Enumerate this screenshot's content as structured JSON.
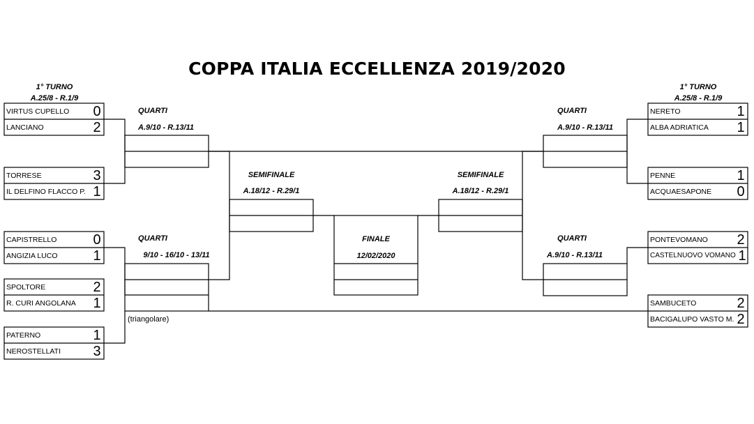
{
  "title": "COPPA ITALIA ECCELLENZA 2019/2020",
  "left": {
    "round1_header": "1° TURNO",
    "round1_dates": "A.25/8 - R.1/9",
    "quarti_top_label": "QUARTI",
    "quarti_top_dates": "A.9/10 - R.13/11",
    "quarti_bottom_label": "QUARTI",
    "quarti_bottom_dates": "9/10 - 16/10 - 13/11",
    "semifinal_label": "SEMIFINALE",
    "semifinal_dates": "A.18/12 - R.29/1",
    "triangolare_note": "(triangolare)",
    "matches": [
      {
        "home": "VIRTUS CUPELLO",
        "home_score": "0",
        "away": "LANCIANO",
        "away_score": "2"
      },
      {
        "home": "TORRESE",
        "home_score": "3",
        "away": "IL DELFINO FLACCO P.",
        "away_score": "1"
      },
      {
        "home": "CAPISTRELLO",
        "home_score": "0",
        "away": "ANGIZIA LUCO",
        "away_score": "1"
      },
      {
        "home": "SPOLTORE",
        "home_score": "2",
        "away": "R. CURI ANGOLANA",
        "away_score": "1"
      },
      {
        "home": "PATERNO",
        "home_score": "1",
        "away": "NEROSTELLATI",
        "away_score": "3"
      }
    ]
  },
  "right": {
    "round1_header": "1° TURNO",
    "round1_dates": "A.25/8 - R.1/9",
    "quarti_top_label": "QUARTI",
    "quarti_top_dates": "A.9/10 - R.13/11",
    "quarti_bottom_label": "QUARTI",
    "quarti_bottom_dates": "A.9/10 - R.13/11",
    "semifinal_label": "SEMIFINALE",
    "semifinal_dates": "A.18/12 - R.29/1",
    "matches": [
      {
        "home": "NERETO",
        "home_score": "1",
        "away": "ALBA ADRIATICA",
        "away_score": "1"
      },
      {
        "home": "PENNE",
        "home_score": "1",
        "away": "ACQUAESAPONE",
        "away_score": "0"
      },
      {
        "home": "PONTEVOMANO",
        "home_score": "2",
        "away": "CASTELNUOVO VOMANO",
        "away_score": "1"
      },
      {
        "home": "SAMBUCETO",
        "home_score": "2",
        "away": "BACIGALUPO VASTO M.",
        "away_score": "2"
      }
    ]
  },
  "final": {
    "label": "FINALE",
    "date": "12/02/2020"
  }
}
